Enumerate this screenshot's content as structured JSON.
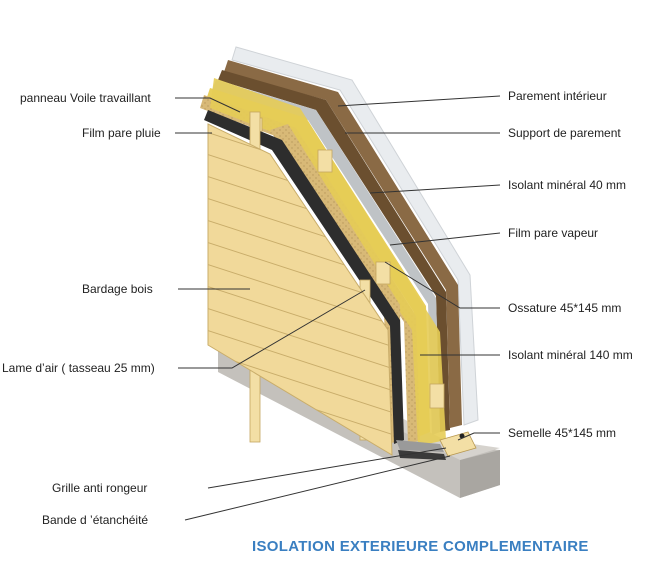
{
  "title": "ISOLATION EXTERIEURE COMPLEMENTAIRE",
  "colors": {
    "title": "#3a7fc1",
    "siding": "#f1d99a",
    "insulation": "#e8cf5a",
    "osb": "#d8b977",
    "membrane": "#2d2d2d",
    "concrete": "#b9b6b1",
    "leader": "#333333"
  },
  "labels_left": [
    {
      "id": "voile",
      "text": "panneau  Voile travaillant"
    },
    {
      "id": "pluie",
      "text": "Film pare pluie"
    },
    {
      "id": "bardage",
      "text": "Bardage  bois"
    },
    {
      "id": "lame",
      "text": "Lame d’air ( tasseau 25 mm)"
    },
    {
      "id": "grille",
      "text": "Grille anti rongeur"
    },
    {
      "id": "bande",
      "text": "Bande d ’étanchéité"
    }
  ],
  "labels_right": [
    {
      "id": "parement",
      "text": "Parement intérieur"
    },
    {
      "id": "support",
      "text": "Support de parement"
    },
    {
      "id": "isolant40",
      "text": "Isolant minéral 40 mm"
    },
    {
      "id": "vapeur",
      "text": "Film pare vapeur"
    },
    {
      "id": "ossature",
      "text": "Ossature 45*145  mm"
    },
    {
      "id": "isolant140",
      "text": "Isolant minéral 140 mm"
    },
    {
      "id": "semelle",
      "text": "Semelle 45*145 mm"
    }
  ]
}
